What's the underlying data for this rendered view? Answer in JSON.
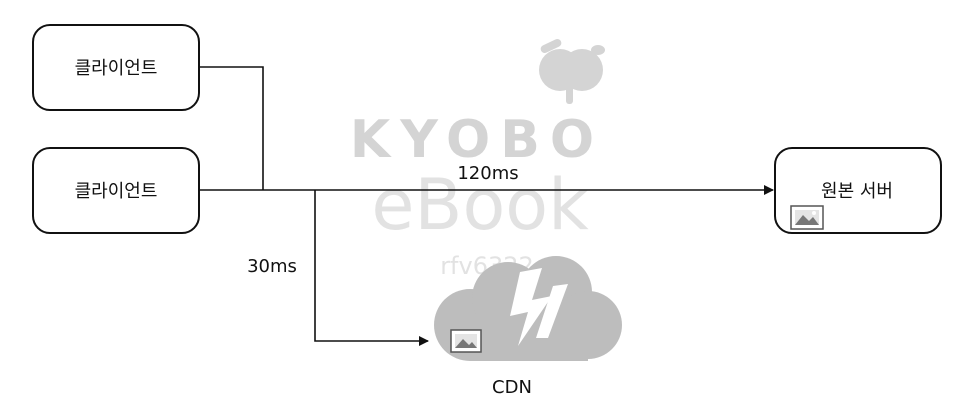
{
  "nodes": {
    "client_top": "클라이언트",
    "client_bottom": "클라이언트",
    "origin_server": "원본 서버",
    "cdn": "CDN"
  },
  "edges": {
    "to_origin_latency": "120ms",
    "to_cdn_latency": "30ms"
  },
  "watermark": {
    "brand": "KYOBO",
    "product": "eBook",
    "user_id": "rfv6322"
  },
  "colors": {
    "stroke": "#111111",
    "cloud": "#bdbdbd",
    "watermark": "#d4d4d4"
  },
  "icons": {
    "origin_server": "image-icon",
    "cdn": "cloud-lightning-icon"
  }
}
